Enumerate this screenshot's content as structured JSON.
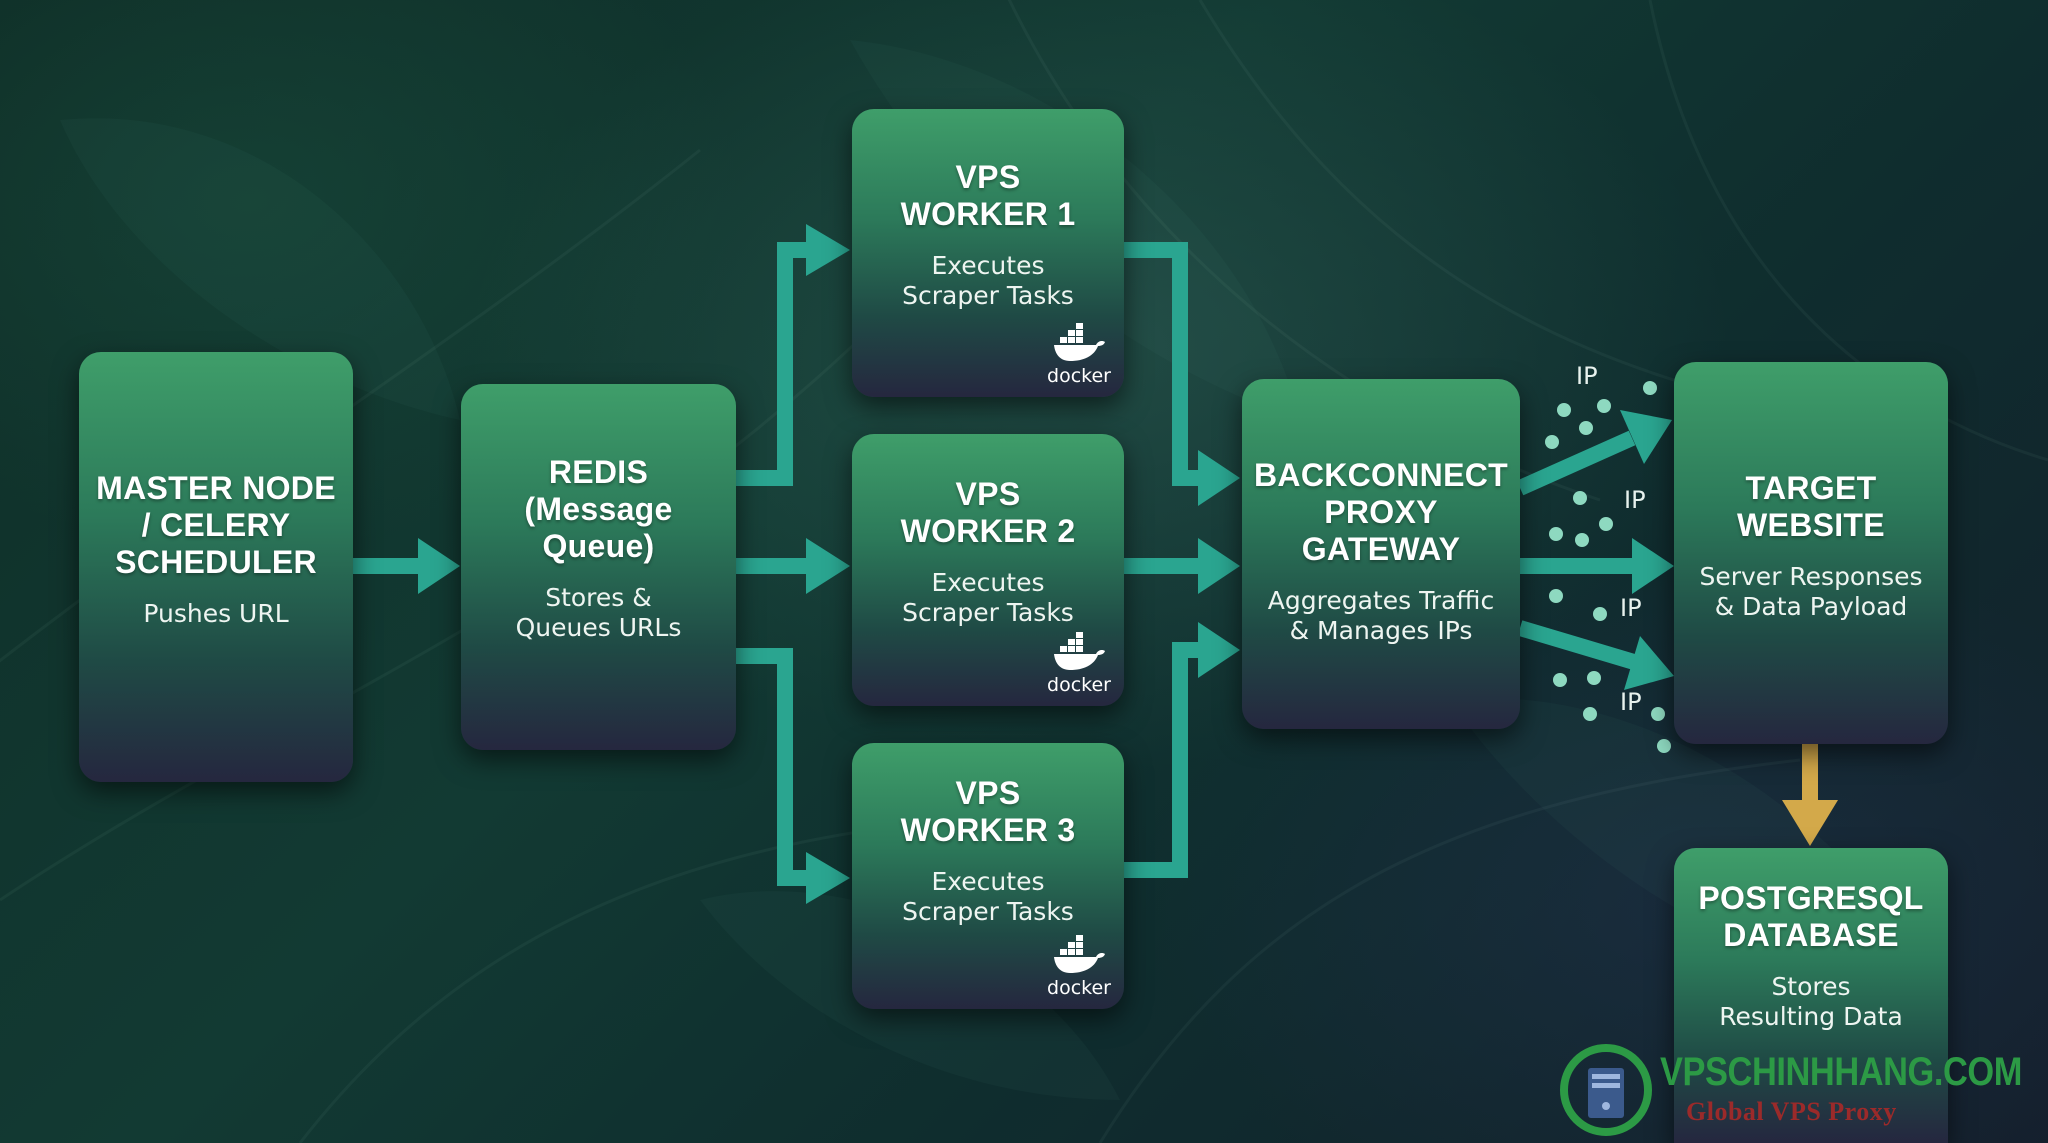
{
  "nodes": {
    "master": {
      "title": "MASTER NODE\n/ CELERY\nSCHEDULER",
      "subtitle": "Pushes URL"
    },
    "redis": {
      "title": "REDIS\n(Message\nQueue)",
      "subtitle": "Stores &\nQueues URLs"
    },
    "worker1": {
      "title": "VPS\nWORKER 1",
      "subtitle": "Executes\nScraper Tasks",
      "logo_text": "docker"
    },
    "worker2": {
      "title": "VPS\nWORKER 2",
      "subtitle": "Executes\nScraper Tasks",
      "logo_text": "docker"
    },
    "worker3": {
      "title": "VPS\nWORKER 3",
      "subtitle": "Executes\nScraper Tasks",
      "logo_text": "docker"
    },
    "proxy": {
      "title": "BACKCONNECT\nPROXY\nGATEWAY",
      "subtitle": "Aggregates Traffic\n& Manages IPs"
    },
    "target": {
      "title": "TARGET\nWEBSITE",
      "subtitle": "Server Responses\n& Data Payload"
    },
    "database": {
      "title": "POSTGRESQL\nDATABASE",
      "subtitle": "Stores\nResulting Data"
    }
  },
  "ip_labels": [
    "IP",
    "IP",
    "IP",
    "IP"
  ],
  "watermark": {
    "site": "VPSCHINHHANG.COM",
    "tagline": "Global VPS Proxy"
  },
  "colors": {
    "arrow": "#2aa590",
    "db_arrow": "#d3a94a",
    "dots": "#8ed9c0",
    "watermark_green": "#2c9a45",
    "watermark_red": "#9b2a2a"
  },
  "icons": {
    "docker": "docker-whale-icon",
    "watermark": "server-globe-icon"
  }
}
